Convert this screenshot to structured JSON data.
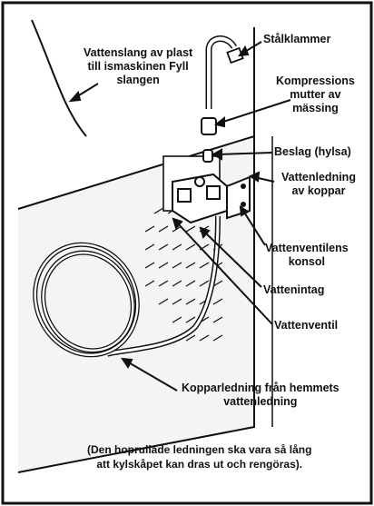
{
  "labels": {
    "plastic_hose": [
      "Vattenslang av plast",
      "till ismaskinen Fyll",
      "slangen"
    ],
    "steel_clamp": "Stålklammer",
    "compression_nut": [
      "Kompressions",
      "mutter av",
      "mässing"
    ],
    "sleeve": "Beslag (hylsa)",
    "copper_line": [
      "Vattenledning",
      "av koppar"
    ],
    "valve_bracket": [
      "Vattenventilens",
      "konsol"
    ],
    "water_inlet": "Vattenintag",
    "water_valve": "Vattenventil",
    "home_line": [
      "Kopparledning från hemmets",
      "vattenledning"
    ],
    "note": [
      "(Den hoprullade ledningen ska vara så lång",
      "att kylskåpet kan dras ut och rengöras)."
    ]
  },
  "colors": {
    "stroke": "#111111",
    "background": "#ffffff",
    "panel": "#f2f2f2"
  }
}
